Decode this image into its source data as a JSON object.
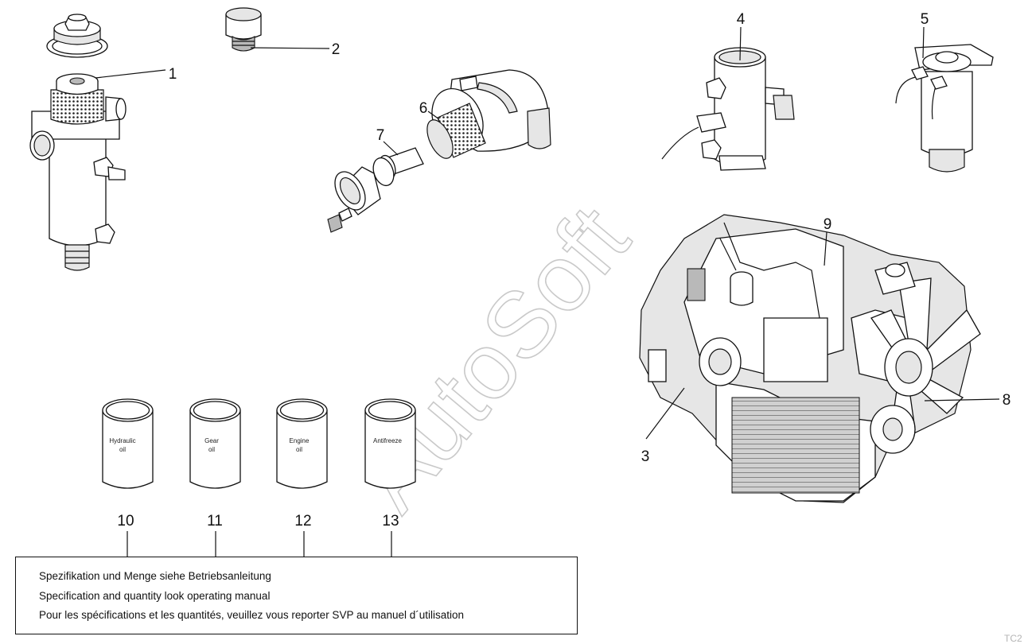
{
  "watermark": "AutoSoft",
  "callouts": [
    "1",
    "2",
    "3",
    "4",
    "5",
    "6",
    "7",
    "8",
    "9",
    "10",
    "11",
    "12",
    "13"
  ],
  "containers": [
    {
      "label_line1": "Hydraulic",
      "label_line2": "oil"
    },
    {
      "label_line1": "Gear",
      "label_line2": "oil"
    },
    {
      "label_line1": "Engine",
      "label_line2": "oil"
    },
    {
      "label_line1": "Antifreeze",
      "label_line2": ""
    }
  ],
  "note": {
    "de": "Spezifikation und Menge siehe Betriebsanleitung",
    "en": "Specification and quantity look operating manual",
    "fr": "Pour les spécifications et les quantités, veuillez vous reporter SVP au manuel d´utilisation"
  },
  "corner_code": "TC2"
}
